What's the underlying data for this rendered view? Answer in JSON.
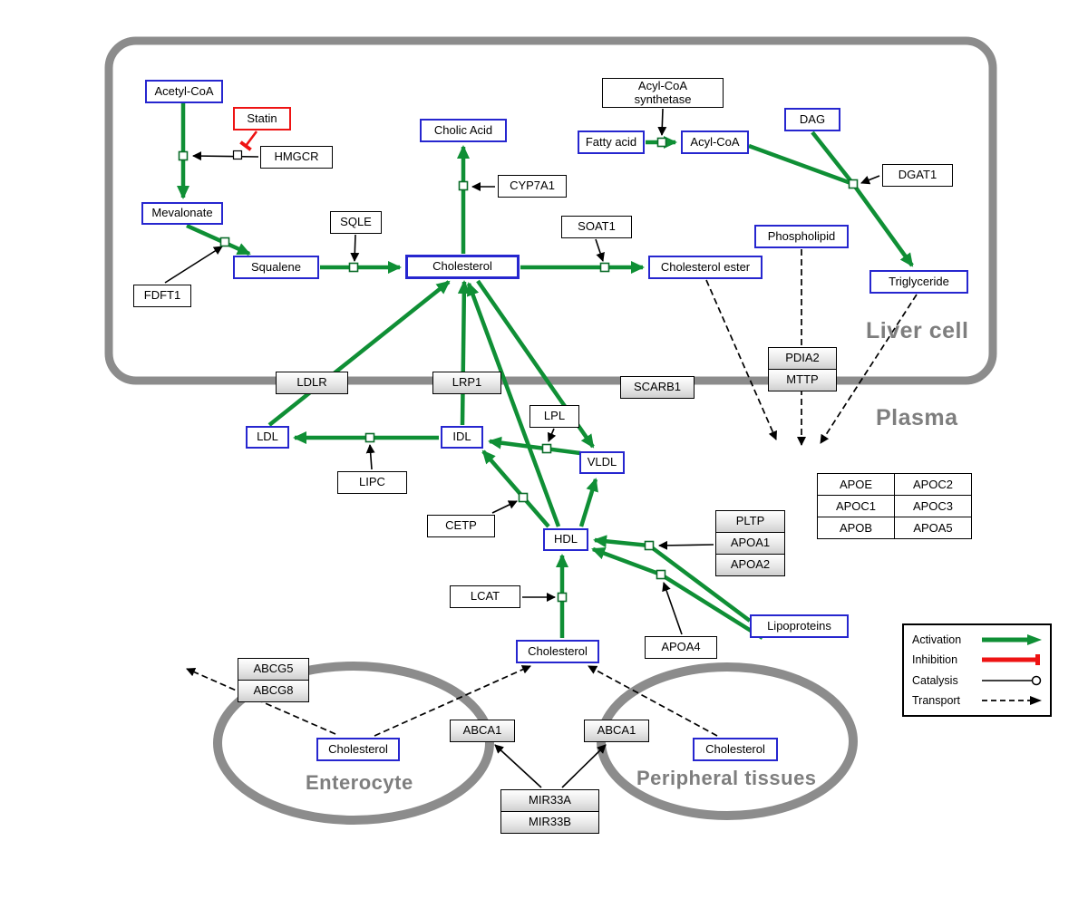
{
  "regions": {
    "liver_cell": "Liver cell",
    "plasma": "Plasma",
    "enterocyte": "Enterocyte",
    "peripheral_tissues": "Peripheral tissues"
  },
  "metabolites": {
    "acetyl_coa": "Acetyl-CoA",
    "mevalonate": "Mevalonate",
    "squalene": "Squalene",
    "cholic_acid": "Cholic Acid",
    "cholesterol_liver": "Cholesterol",
    "cholesterol_ester": "Cholesterol ester",
    "fatty_acid": "Fatty acid",
    "acyl_coa": "Acyl-CoA",
    "dag": "DAG",
    "phospholipid": "Phospholipid",
    "triglyceride": "Triglyceride",
    "ldl": "LDL",
    "idl": "IDL",
    "vldl": "VLDL",
    "hdl": "HDL",
    "lipoproteins": "Lipoproteins",
    "cholesterol_plasma": "Cholesterol",
    "cholesterol_enterocyte": "Cholesterol",
    "cholesterol_peripheral": "Cholesterol"
  },
  "drug": {
    "statin": "Statin"
  },
  "proteins": {
    "hmgcr": "HMGCR",
    "sqle": "SQLE",
    "fdft1": "FDFT1",
    "cyp7a1": "CYP7A1",
    "soat1": "SOAT1",
    "acyl_coa_synthetase": {
      "line1": "Acyl-CoA",
      "line2": "synthetase"
    },
    "dgat1": "DGAT1",
    "ldlr": "LDLR",
    "lrp1": "LRP1",
    "scarb1": "SCARB1",
    "pdia2": "PDIA2",
    "mttp": "MTTP",
    "lpl": "LPL",
    "lipc": "LIPC",
    "cetp": "CETP",
    "lcat": "LCAT",
    "pltp": "PLTP",
    "apoa1": "APOA1",
    "apoa2": "APOA2",
    "apoa4": "APOA4",
    "abcg5": "ABCG5",
    "abcg8": "ABCG8",
    "abca1_enterocyte": "ABCA1",
    "abca1_peripheral": "ABCA1",
    "mir33a": "MIR33A",
    "mir33b": "MIR33B"
  },
  "apolipoprotein_table": {
    "rows": [
      [
        "APOE",
        "APOC2"
      ],
      [
        "APOC1",
        "APOC3"
      ],
      [
        "APOB",
        "APOA5"
      ]
    ]
  },
  "legend": {
    "activation": "Activation",
    "inhibition": "Inhibition",
    "catalysis": "Catalysis",
    "transport": "Transport"
  },
  "colors": {
    "metabolite_border_blue": "#2626cf",
    "inhibitor_red": "#ee1313",
    "activation_green": "#0f8f35",
    "membrane_gray": "#8c8c8c"
  }
}
